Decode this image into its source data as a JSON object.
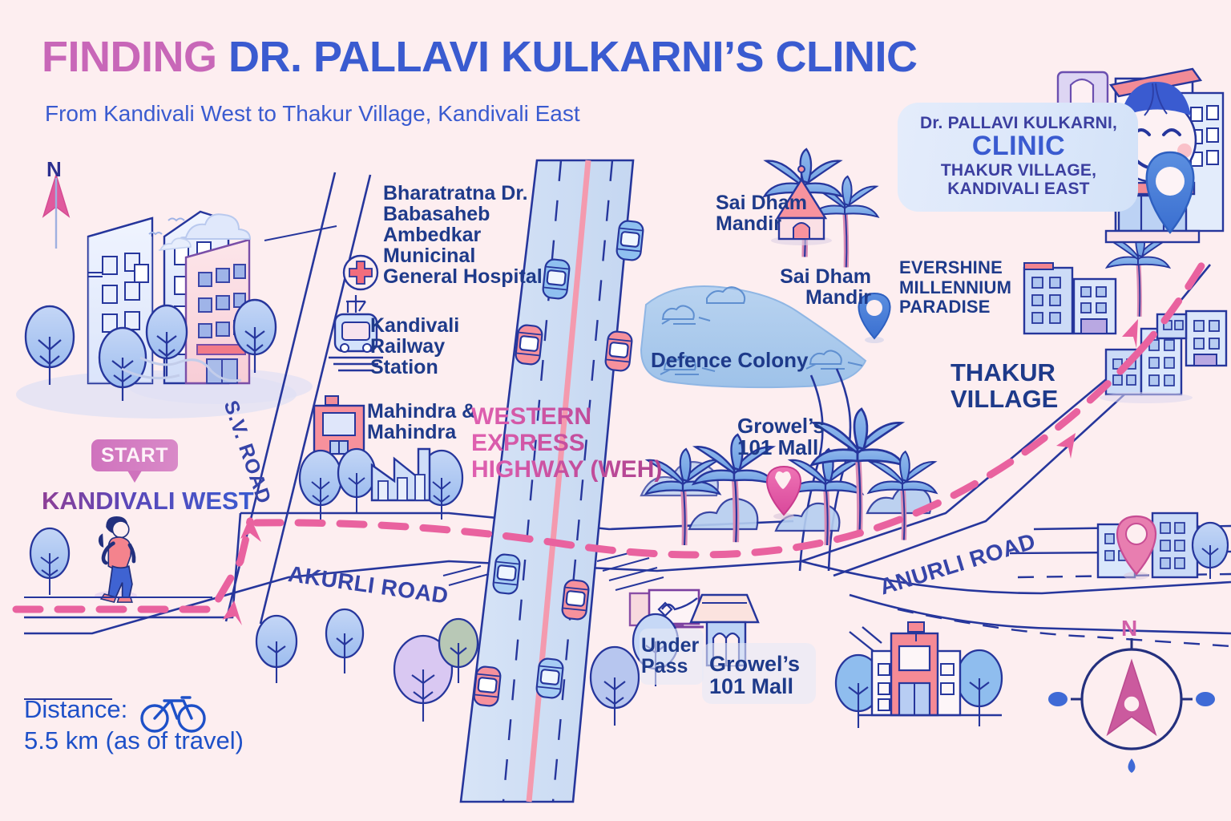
{
  "header": {
    "title_highlight": "FINDING",
    "title_main": "DR. PALLAVI KULKARNI’S CLINIC",
    "subtitle": "From Kandivali West to Thakur Village, Kandivali East"
  },
  "callout": {
    "line1": "Dr. PALLAVI KULKARNI,",
    "line2": "CLINIC",
    "line3": "THAKUR VILLAGE,",
    "line4": "KANDIVALI EAST"
  },
  "start": {
    "badge": "START",
    "place": "KANDIVALI WEST"
  },
  "distance": {
    "label": "Distance:",
    "value": "5.5 km (as of travel)",
    "icon": "bicycle-icon"
  },
  "compass": {
    "top_left_letter": "N",
    "bottom_right_letter": "N"
  },
  "labels": {
    "hospital": "Bharatratna Dr. Babasaheb Ambedkar Municinal General Hospital",
    "railway": "Kandivali Railway Station",
    "mahindra": "Mahindra & Mahindra",
    "weh": "WESTERN EXPRESS HIGHWAY (WEH)",
    "sai_dham_1": "Sai Dham Mandir",
    "sai_dham_2": "Sai Dham Mandir",
    "evershine": "EVERSHINE MILLENNIUM PARADISE",
    "defence_colony": "Defence Colony",
    "growels_1": "Growel’s 101 Mall",
    "growels_2": "Growel’s 101 Mall",
    "thakur_village": "THAKUR VILLAGE",
    "under_pass": "Under Pass"
  },
  "roads": {
    "sv_road": "S.V. ROAD",
    "akurli_road": "AKURLI ROAD",
    "anurli_road": "ANURLI ROAD"
  },
  "colors": {
    "background": "#fdeef0",
    "route_pink": "#e9629f",
    "ink_blue": "#26369c",
    "accent_blue": "#3a5bd0",
    "accent_pink": "#c867b8",
    "road_fill": "#ccdcf3",
    "water_blue": "#a8c8ec",
    "building_pink": "#f98a93"
  }
}
